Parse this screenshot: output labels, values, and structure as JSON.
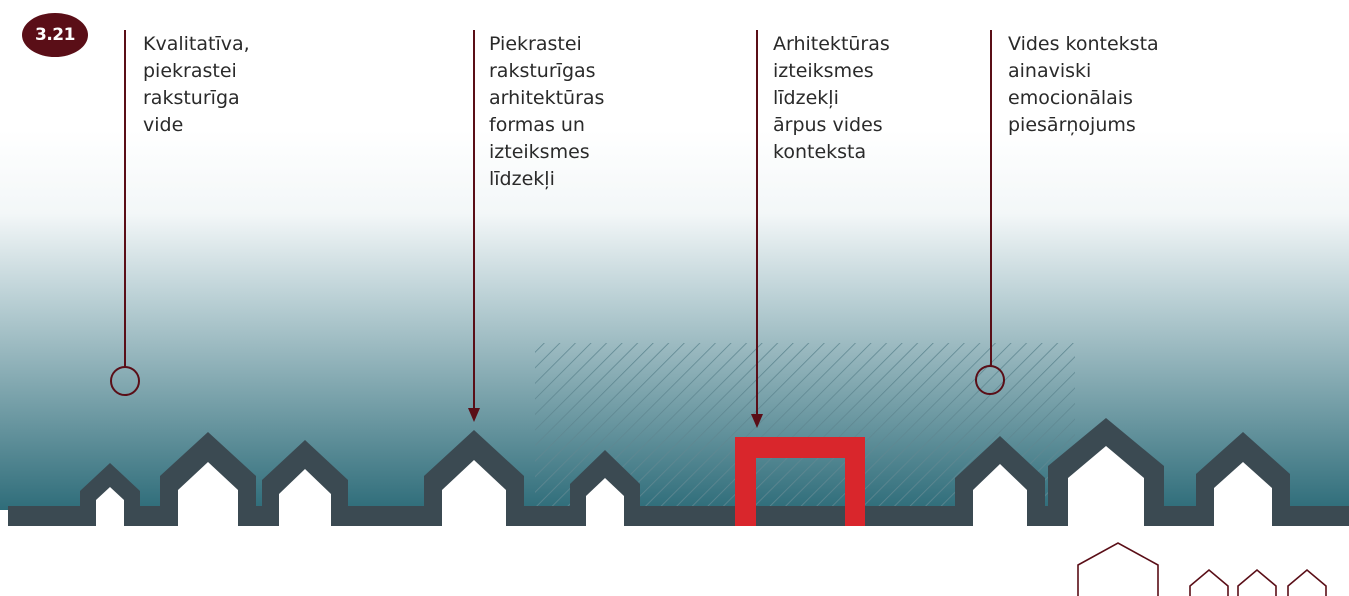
{
  "figure": {
    "number": "3.21",
    "labels": [
      "Kvalitatīva,\npiekrastei\nraksturīga\nvide",
      "Piekrastei\nraksturīgas\narhitektūras\nformas un\nizteiksmes\nlīdzekļi",
      "Arhitektūras\nizteiksmes\nlīdzekļi\nārpus vides\nkonteksta",
      "Vides konteksta\nainaviski\nemocionālais\npiesārņojums"
    ]
  },
  "colors": {
    "sky_top": "#ffffff",
    "sky_bottom": "#2f6d7a",
    "ground": "#3b4a52",
    "pointer": "#5a0e17",
    "highlight_building": "#d9262c",
    "hatch": "#5f8791",
    "badge": "#5a0e17"
  },
  "pointers": [
    {
      "target": "circle-marker"
    },
    {
      "target": "arrow"
    },
    {
      "target": "arrow"
    },
    {
      "target": "circle-marker"
    }
  ]
}
